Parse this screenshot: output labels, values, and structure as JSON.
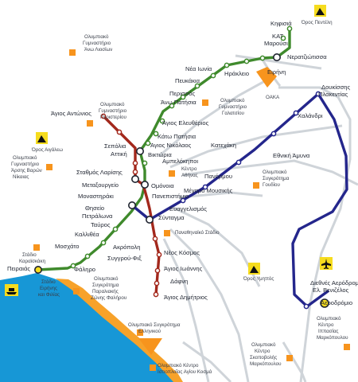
{
  "map": {
    "colors": {
      "sea": "#1797d6",
      "coast": "#f7a22a",
      "road": "#cfd4d9",
      "line1": "#3f8a2c",
      "line2": "#a3281c",
      "line3": "#24268c",
      "venue": "#f7941d",
      "icon_bg": "#f6dc1e"
    },
    "stations": {
      "kifisia": "Κηφισιά",
      "kat": "ΚΑΤ",
      "marousi": "Μαρούσι",
      "neratziotissa": "Νερατζιώτισσα",
      "eirini": "Ειρήνη",
      "irakleio": "Ηράκλειο",
      "nea_ionia": "Νέα Ιωνία",
      "pefkakia": "Πευκάκια",
      "perissos": "Περισσός",
      "ano_patisia": "Άνω Πατήσια",
      "agios_eleftherios": "Άγιος Ελευθέριος",
      "agios_antonios": "Άγιος Αντώνιος",
      "kato_patisia": "Κάτω Πατήσια",
      "agios_nikolaos": "Άγιος Νικόλαος",
      "sepolia": "Σεπόλια",
      "attiki": "Αττική",
      "viktoria": "Βικτώρια",
      "ampelokipoi": "Αμπελόκηποι",
      "stathmos_larisis": "Σταθμός Λαρίσης",
      "metaxourgeio": "Μεταξουργείο",
      "omonoia": "Ομόνοια",
      "monastiraki": "Μοναστηράκι",
      "panepistimio": "Πανεπιστήμιο",
      "thiseio": "Θησείο",
      "petralona": "Πετράλωνα",
      "tavros": "Ταύρος",
      "kallithea": "Καλλιθέα",
      "moschato": "Μοσχάτο",
      "faliro": "Φάληρο",
      "peiraias": "Πειραιάς",
      "megaro_mousikis": "Μέγαρο Μουσικής",
      "evangelismos": "Ευαγγελισμός",
      "syntagma": "Σύνταγμα",
      "akropoli": "Ακρόπολη",
      "syngrou_fix": "Συγγρού-Φιξ",
      "neos_kosmos": "Νέος Κόσμος",
      "agios_ioannis": "Άγιος Ιωάννης",
      "dafni": "Δάφνη",
      "agios_dimitrios": "Άγιος Δημήτριος",
      "panormou": "Πανόρμου",
      "katechaki": "Κατεχάκη",
      "ethniki_amyna": "Εθνική Άμυνα",
      "chalandri": "Χαλάνδρι",
      "doukissis_1": "Δουκίσσης",
      "doukissis_2": "Πλακεντίας",
      "airport_big_1": "Διεθνές Αερόδρομιο",
      "airport_big_2": "Ελ. Βενιζέλος",
      "aerodromio": "Αεροδρόμιο"
    },
    "venues": {
      "ano_liosia_1": "Ολυμπιακό",
      "ano_liosia_2": "Γυμναστήριο",
      "ano_liosia_3": "Άνω Λιοσίων",
      "peristeri_1": "Ολυμπιακό",
      "peristeri_2": "Γυμναστήριο",
      "peristeri_3": "Περιστερίου",
      "galatsi_1": "Ολυμπιακό",
      "galatsi_2": "Γυμναστήριο",
      "galatsi_3": "Γαλατσίου",
      "oaka": "ΟΑΚΑ",
      "athens_center_1": "Κέντρο",
      "athens_center_2": "Αθήνας",
      "goudi_1": "Ολυμπιακό",
      "goudi_2": "Συγκρότημα",
      "goudi_3": "Γουδίου",
      "nikaia_1": "Ολυμπιακό",
      "nikaia_2": "Γυμναστήριο",
      "nikaia_3": "Άρσης Βαρών",
      "nikaia_4": "Νίκαιας",
      "panathinaiko": "Παναθηναϊκό Στάδιο",
      "karaiskaki_1": "Στάδιο",
      "karaiskaki_2": "Καραϊσκάκη",
      "eirinis_filias_1": "Στάδιο",
      "eirinis_filias_2": "Ειρήνης",
      "eirinis_filias_3": "και Φιλίας",
      "faliro_complex_1": "Ολυμπιακό",
      "faliro_complex_2": "Συγκρότημα",
      "faliro_complex_3": "Παραλιακής",
      "faliro_complex_4": "Ζώνης Φαλήρου",
      "elliniko_1": "Ολυμπιακό Συγκρότημα",
      "elliniko_2": "Ελληνικού",
      "agios_kosmas_1": "Ολυμπιακό Κέντρο",
      "agios_kosmas_2": "Ιστιοπλοΐας Αγίου Κοσμά",
      "markopoulo_shoot_1": "Ολυμπιακό",
      "markopoulo_shoot_2": "Κέντρο",
      "markopoulo_shoot_3": "Σκοποβολής",
      "markopoulo_shoot_4": "Μαρκόπουλου",
      "markopoulo_eq_1": "Ολυμπιακό",
      "markopoulo_eq_2": "Κέντρο",
      "markopoulo_eq_3": "Ιππασίας",
      "markopoulo_eq_4": "Μαρκόπουλου"
    },
    "mountains": {
      "penteli": "Όρος Πεντέλη",
      "aigaleo": "Όρος Αιγάλεω",
      "ymittos": "Όρος Υμηττός"
    }
  }
}
